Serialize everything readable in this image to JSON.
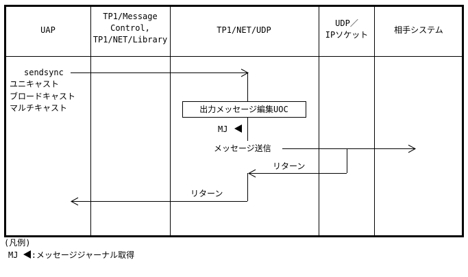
{
  "headers": {
    "uap": "UAP",
    "tp1_message_l1": "TP1/Message",
    "tp1_message_l2": "Control,",
    "tp1_message_l3": "TP1/NET/Library",
    "tp1_net_udp": "TP1/NET/UDP",
    "udp_ip_l1": "UDP／",
    "udp_ip_l2": "IPソケット",
    "partner": "相手システム"
  },
  "uap_labels": {
    "sendsync": "sendsync",
    "unicast": "ユニキャスト",
    "broadcast": "ブロードキャスト",
    "multicast": "マルチキャスト"
  },
  "flow": {
    "uoc_box": "出力メッセージ編集UOC",
    "mj": "MJ",
    "send_message": "メッセージ送信",
    "return_1": "リターン",
    "return_2": "リターン"
  },
  "legend": {
    "title": "(凡例)",
    "mj_prefix": "MJ",
    "mj_desc": ":メッセージジャーナル取得"
  }
}
